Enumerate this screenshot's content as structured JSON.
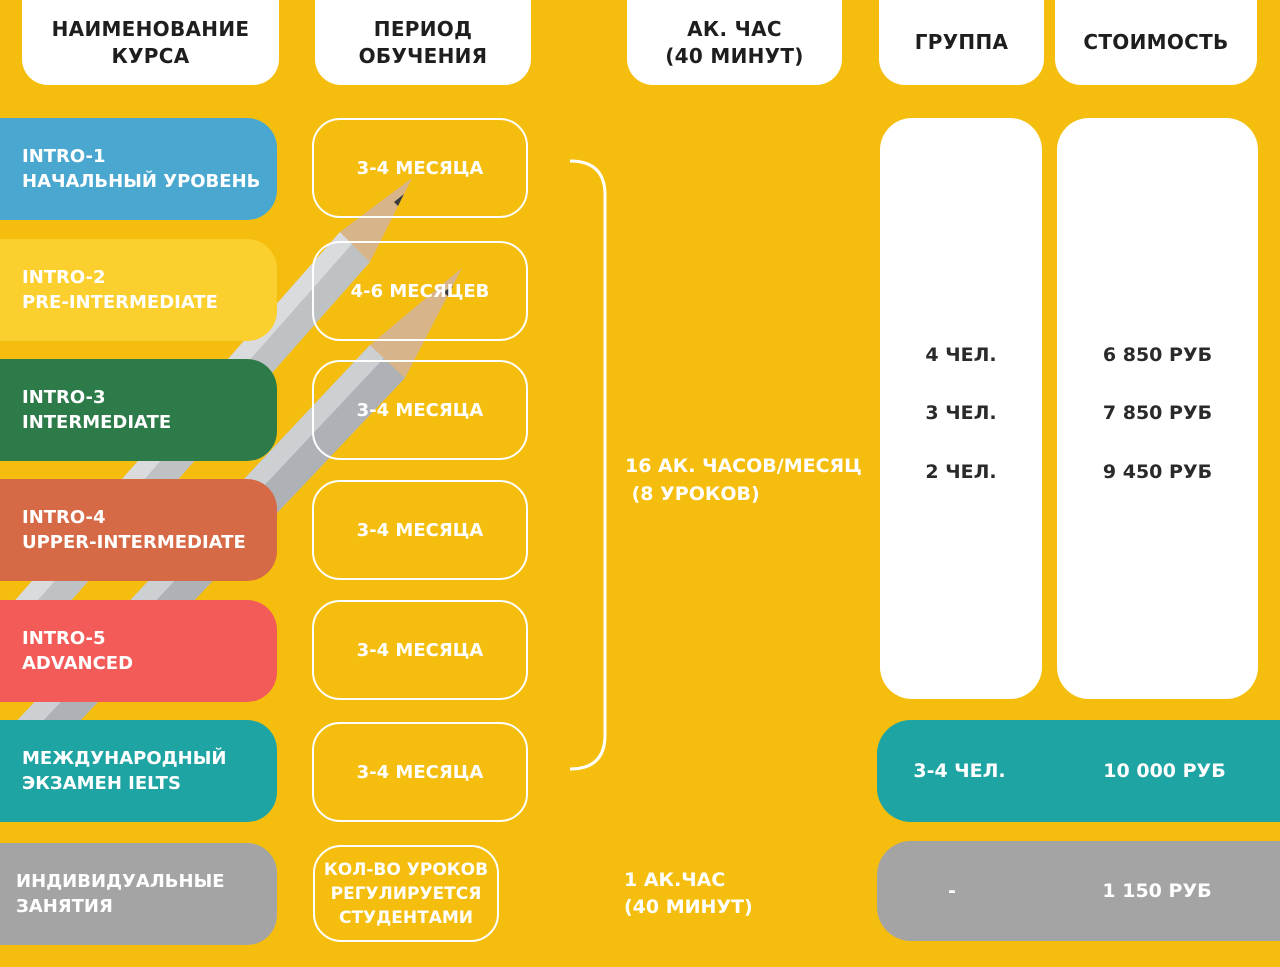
{
  "headers": {
    "course": "НАИМЕНОВАНИЕ\nКУРСА",
    "period": "ПЕРИОД\nОБУЧЕНИЯ",
    "hour": "АК. ЧАС\n(40 МИНУТ)",
    "group": "ГРУППА",
    "price": "СТОИМОСТЬ"
  },
  "courses": [
    {
      "line1": "INTRO-1",
      "line2": "НАЧАЛЬНЫЙ УРОВЕНЬ",
      "color": "#4aa8d0",
      "period": "3-4 МЕСЯЦА"
    },
    {
      "line1": "INTRO-2",
      "line2": "PRE-INTERMEDIATE",
      "color": "#fbcf2e",
      "period": "4-6 МЕСЯЦЕВ"
    },
    {
      "line1": "INTRO-3",
      "line2": "INTERMEDIATE",
      "color": "#2e7b4a",
      "period": "3-4 МЕСЯЦА"
    },
    {
      "line1": "INTRO-4",
      "line2": "UPPER-INTERMEDIATE",
      "color": "#d76a46",
      "period": "3-4 МЕСЯЦА"
    },
    {
      "line1": "INTRO-5",
      "line2": "ADVANCED",
      "color": "#f25b58",
      "period": "3-4 МЕСЯЦА"
    },
    {
      "line1": "МЕЖДУНАРОДНЫЙ",
      "line2": "ЭКЗАМЕН IELTS",
      "color": "#1ea4a2",
      "period": "3-4 МЕСЯЦА"
    },
    {
      "line1": "ИНДИВИДУАЛЬНЫЕ",
      "line2": "ЗАНЯТИЯ",
      "color": "#a4a4a4",
      "period": "КОЛ-ВО УРОКОВ\nРЕГУЛИРУЕТСЯ\nСТУДЕНТАМИ"
    }
  ],
  "hours": {
    "group_line1": "16 АК. ЧАСОВ/МЕСЯЦ",
    "group_line2": " (8 УРОКОВ)",
    "individual_line1": "1 АК.ЧАС",
    "individual_line2": "(40 МИНУТ)"
  },
  "pricing": {
    "standard": [
      {
        "group": "4 ЧЕЛ.",
        "price": "6 850 РУБ"
      },
      {
        "group": "3 ЧЕЛ.",
        "price": "7 850 РУБ"
      },
      {
        "group": "2 ЧЕЛ.",
        "price": "9 450 РУБ"
      }
    ],
    "ielts": {
      "group": "3-4 ЧЕЛ.",
      "price": "10 000 РУБ",
      "color": "#1ea4a2"
    },
    "individual": {
      "group": "-",
      "price": "1 150 РУБ",
      "color": "#a4a4a4"
    }
  },
  "colors": {
    "background": "#f5be0e"
  }
}
